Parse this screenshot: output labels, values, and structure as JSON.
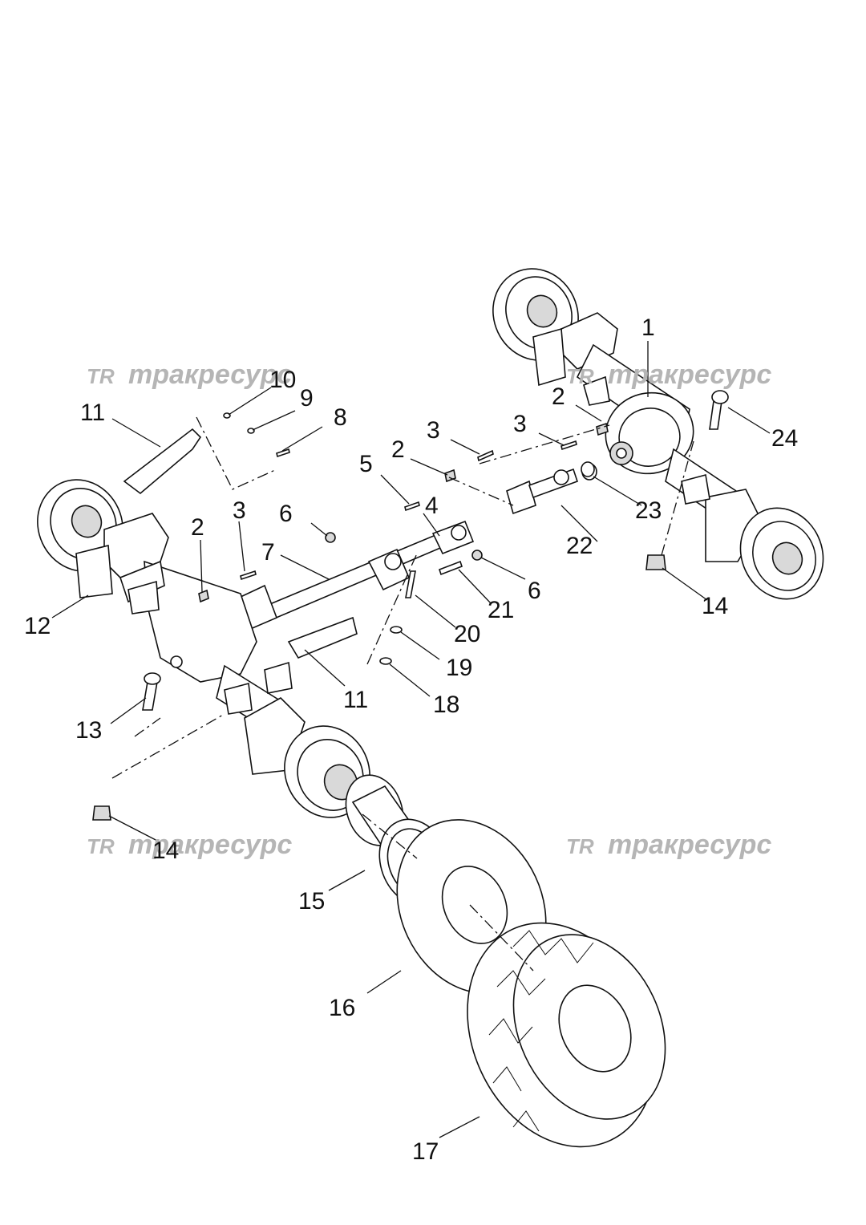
{
  "watermarks": [
    {
      "logo": "TR",
      "text": "тракресурс"
    },
    {
      "logo": "TR",
      "text": "тракресурс"
    },
    {
      "logo": "TR",
      "text": "тракресурс"
    },
    {
      "logo": "TR",
      "text": "тракресурс"
    }
  ],
  "callouts": [
    {
      "id": "c1",
      "label": "1"
    },
    {
      "id": "c2a",
      "label": "2"
    },
    {
      "id": "c3a",
      "label": "3"
    },
    {
      "id": "c24",
      "label": "24"
    },
    {
      "id": "c3b",
      "label": "3"
    },
    {
      "id": "c2b",
      "label": "2"
    },
    {
      "id": "c23",
      "label": "23"
    },
    {
      "id": "c22",
      "label": "22"
    },
    {
      "id": "c14a",
      "label": "14"
    },
    {
      "id": "c10",
      "label": "10"
    },
    {
      "id": "c9",
      "label": "9"
    },
    {
      "id": "c8",
      "label": "8"
    },
    {
      "id": "c11a",
      "label": "11"
    },
    {
      "id": "c5",
      "label": "5"
    },
    {
      "id": "c4",
      "label": "4"
    },
    {
      "id": "c6a",
      "label": "6"
    },
    {
      "id": "c2c",
      "label": "2"
    },
    {
      "id": "c3c",
      "label": "3"
    },
    {
      "id": "c7",
      "label": "7"
    },
    {
      "id": "c6b",
      "label": "6"
    },
    {
      "id": "c21",
      "label": "21"
    },
    {
      "id": "c20",
      "label": "20"
    },
    {
      "id": "c19",
      "label": "19"
    },
    {
      "id": "c18",
      "label": "18"
    },
    {
      "id": "c12",
      "label": "12"
    },
    {
      "id": "c11b",
      "label": "11"
    },
    {
      "id": "c13",
      "label": "13"
    },
    {
      "id": "c14b",
      "label": "14"
    },
    {
      "id": "c15",
      "label": "15"
    },
    {
      "id": "c16",
      "label": "16"
    },
    {
      "id": "c17",
      "label": "17"
    }
  ]
}
